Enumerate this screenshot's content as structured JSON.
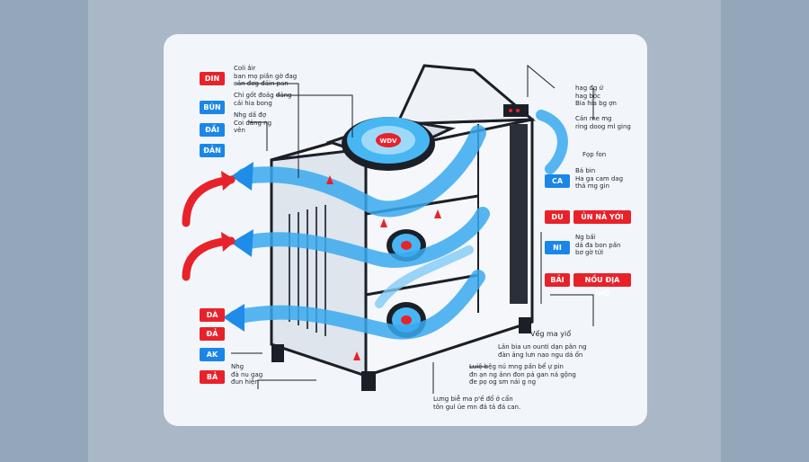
{
  "colors": {
    "background": "#a9b7c7",
    "card": "#f2f6fa",
    "airflow_blue": "#38a9ef",
    "warning_red": "#e8222b",
    "label_blue": "#1a86e8"
  },
  "fan_badge": "WDV",
  "left_tags": [
    {
      "text": "DIN",
      "color": "red"
    },
    {
      "text": "BÚN",
      "color": "blue"
    },
    {
      "text": "ĐẦI",
      "color": "blue"
    },
    {
      "text": "ĐẢN",
      "color": "blue"
    },
    {
      "text": "DÀ",
      "color": "red"
    },
    {
      "text": "ĐẢ",
      "color": "red"
    },
    {
      "text": "AK",
      "color": "blue"
    },
    {
      "text": "BẢ",
      "color": "red"
    }
  ],
  "right_tags": [
    {
      "text": "CA",
      "color": "blue"
    },
    {
      "text": "DU",
      "color": "red"
    },
    {
      "text": "NI",
      "color": "blue"
    },
    {
      "text": "BẢI",
      "color": "red"
    }
  ],
  "right_wide_tags": [
    "ỦN NẢ YỚI",
    "NỒU ĐỊA NIỎ"
  ],
  "notes": {
    "top_left_1": "Coli ắir\nban mọ piần gờ đag\ncản đơg đảin pan",
    "top_left_2": "Chi gốt đoảg đảng\ncải hia bong",
    "top_left_3": "Nhg dấ đợ\nCoi đảng ng\nvên",
    "top_right_1": "hag đg ứ\nhag bộc\nBia hia bg ợn",
    "top_right_2": "Cản me mg\nring doog ml ging",
    "right_1": "Fọp fon",
    "right_2": "Bá bin\nHa ga cam dag\nthá mg gin",
    "right_3": "Ng bấi\ndả đa bon pấn\nbơ gờ tửi",
    "bottom_left": "Nhg\nđà nu gag\nđun hiện",
    "bottom_right_1": "Vếg ma yiổ",
    "bottom_right_2": "Lản bia un ounti dạn pân ng\nđàn ảng lưn nao ngu dá ổn",
    "bottom_mid_1": "Luiệ bệg nú mng pấn bể ự pìn\nđn ạn ng ảnn đon pá gan ná gộng\nđe pọ og sm nái g ng",
    "bottom_mid_2": "Lưng biễ ma p'ế đổ ở cẩn\ntôn gul ủe mn đả tả đá can."
  }
}
